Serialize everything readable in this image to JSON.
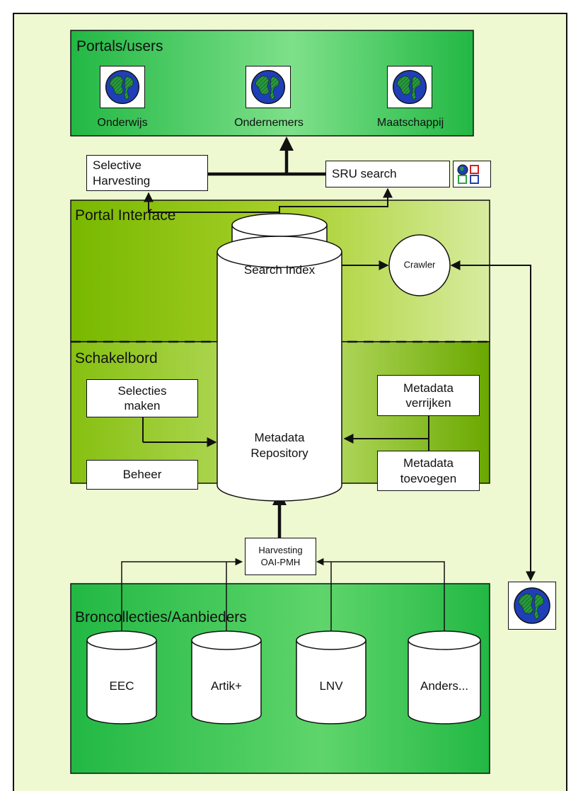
{
  "groups": {
    "portals": "Portals/users",
    "portal_interface": "Portal Interface",
    "schakelbord": "Schakelbord",
    "broncollecties": "Broncollecties/Aanbieders"
  },
  "portals": [
    {
      "label": "Onderwijs"
    },
    {
      "label": "Ondernemers"
    },
    {
      "label": "Maatschappij"
    }
  ],
  "boxes": {
    "selective_harvesting": "Selective\nHarvesting",
    "sru_search": "SRU search",
    "selecties_maken": "Selecties\nmaken",
    "beheer": "Beheer",
    "metadata_verrijken": "Metadata\nverrijken",
    "metadata_toevoegen": "Metadata\ntoevoegen",
    "harvesting": "Harvesting\nOAI-PMH",
    "crawler": "Crawler"
  },
  "cylinders": {
    "search_index": "Search Index",
    "metadata_repository": "Metadata\nRepository"
  },
  "sources": [
    "EEC",
    "Artik+",
    "LNV",
    "Anders..."
  ],
  "colors": {
    "background": "#eef9d2",
    "bright_green": "#2ec24a",
    "olive_green": "#7fb800",
    "globe_blue": "#1f3fb8",
    "globe_green": "#1d8a3a"
  }
}
